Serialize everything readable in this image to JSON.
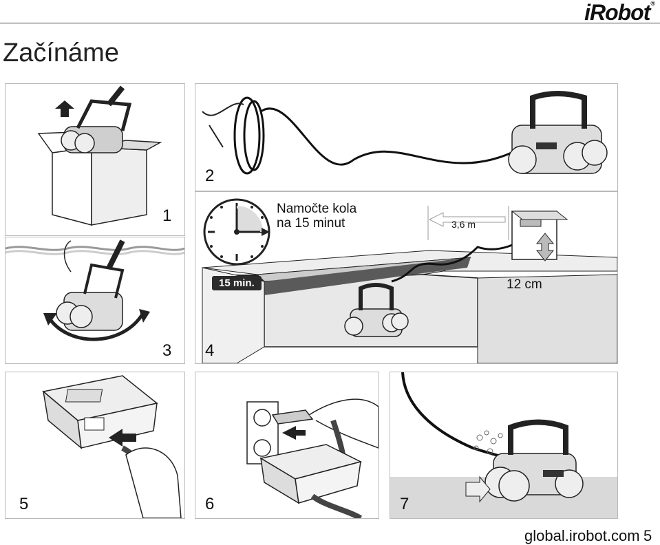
{
  "header": {
    "brand": "iRobot",
    "brand_mark": "®"
  },
  "page_title": "Začínáme",
  "steps": [
    {
      "number": "1"
    },
    {
      "number": "2"
    },
    {
      "number": "3"
    },
    {
      "number": "4"
    },
    {
      "number": "5"
    },
    {
      "number": "6"
    },
    {
      "number": "7"
    }
  ],
  "step4": {
    "caption_line1": "Namočte kola",
    "caption_line2": "na 15 minut",
    "timer_label": "15 min.",
    "cable_length": "3,6 m",
    "height": "12 cm"
  },
  "footer": {
    "url": "global.irobot.com",
    "page_number": "5"
  },
  "colors": {
    "shade": "#d9d9d9",
    "water": "#555555",
    "line": "#222222"
  }
}
